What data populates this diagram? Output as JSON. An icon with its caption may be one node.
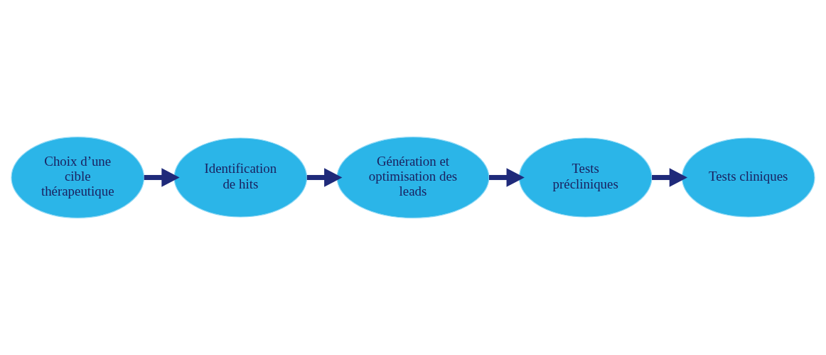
{
  "diagram": {
    "nodes": [
      {
        "text": [
          "Choix d’une cible thérapeutique"
        ]
      },
      {
        "text": [
          "Identification de hits"
        ]
      },
      {
        "text": [
          "Génération et optimisation des leads"
        ]
      },
      {
        "text": [
          "Tests précliniques"
        ]
      },
      {
        "text": [
          "Tests cliniques"
        ]
      }
    ],
    "edges": [
      {
        "from": 0,
        "to": 1,
        "arrow": "to"
      },
      {
        "from": 1,
        "to": 2,
        "arrow": "to"
      },
      {
        "from": 2,
        "to": 3,
        "arrow": "to"
      },
      {
        "from": 3,
        "to": 4,
        "arrow": "to"
      }
    ]
  }
}
